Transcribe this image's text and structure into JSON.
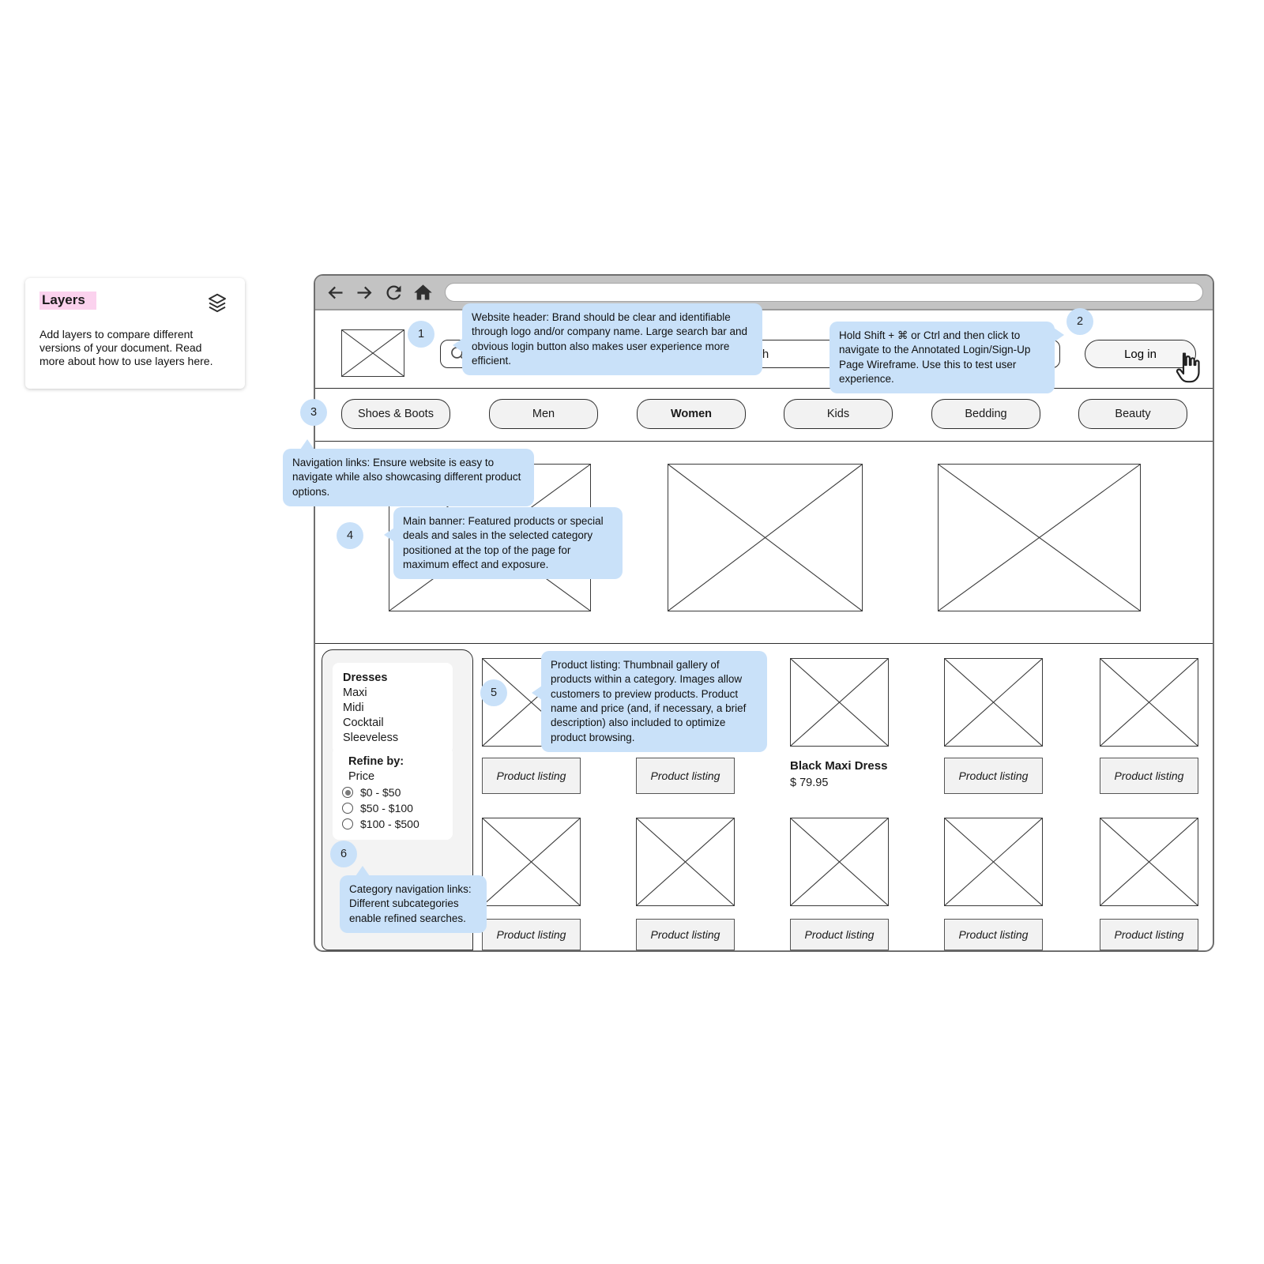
{
  "layers_panel": {
    "title": "Layers",
    "body": "Add layers to compare different versions of your document. Read more about how to use layers here."
  },
  "browser": {
    "search_placeholder": "Search",
    "login_label": "Log in"
  },
  "nav": {
    "items": [
      {
        "label": "Shoes & Boots",
        "active": false
      },
      {
        "label": "Men",
        "active": false
      },
      {
        "label": "Women",
        "active": true
      },
      {
        "label": "Kids",
        "active": false
      },
      {
        "label": "Bedding",
        "active": false
      },
      {
        "label": "Beauty",
        "active": false
      }
    ]
  },
  "sidebar": {
    "category_title": "Dresses",
    "categories": [
      "Maxi",
      "Midi",
      "Cocktail",
      "Sleeveless"
    ],
    "refine_title": "Refine by:",
    "refine_subtitle": "Price",
    "price_options": [
      {
        "label": "$0 - $50",
        "selected": true
      },
      {
        "label": "$50 - $100",
        "selected": false
      },
      {
        "label": "$100 - $500",
        "selected": false
      }
    ]
  },
  "products": {
    "row1": [
      {
        "label": "Product listing"
      },
      {
        "label": "Product listing"
      },
      {
        "name": "Black Maxi Dress",
        "price": "$ 79.95"
      },
      {
        "label": "Product listing"
      },
      {
        "label": "Product listing"
      }
    ],
    "row2": [
      {
        "label": "Product listing"
      },
      {
        "label": "Product listing"
      },
      {
        "label": "Product listing"
      },
      {
        "label": "Product listing"
      },
      {
        "label": "Product listing"
      }
    ]
  },
  "annotations": [
    {
      "number": "1",
      "text": "Website header: Brand should be clear and identifiable through logo and/or company name. Large search bar and obvious login button also makes user experience more efficient."
    },
    {
      "number": "2",
      "text": "Hold Shift + ⌘ or Ctrl and then click to navigate to the Annotated Login/Sign-Up Page Wireframe. Use this to test user experience."
    },
    {
      "number": "3",
      "text": "Navigation links: Ensure website is easy to navigate while also showcasing different product options."
    },
    {
      "number": "4",
      "text": "Main banner: Featured products or special deals and sales in the selected category positioned at the top of the page for maximum effect and exposure."
    },
    {
      "number": "5",
      "text": "Product listing: Thumbnail gallery of products within a category. Images allow customers to preview products. Product name and price (and, if necessary, a brief description) also included to optimize product browsing."
    },
    {
      "number": "6",
      "text": "Category navigation links: Different subcategories enable refined searches."
    }
  ],
  "colors": {
    "annotation_blue": "#c9e1f9",
    "highlight_pink": "#fbd2ee",
    "chrome_gray": "#c3c3c3"
  }
}
